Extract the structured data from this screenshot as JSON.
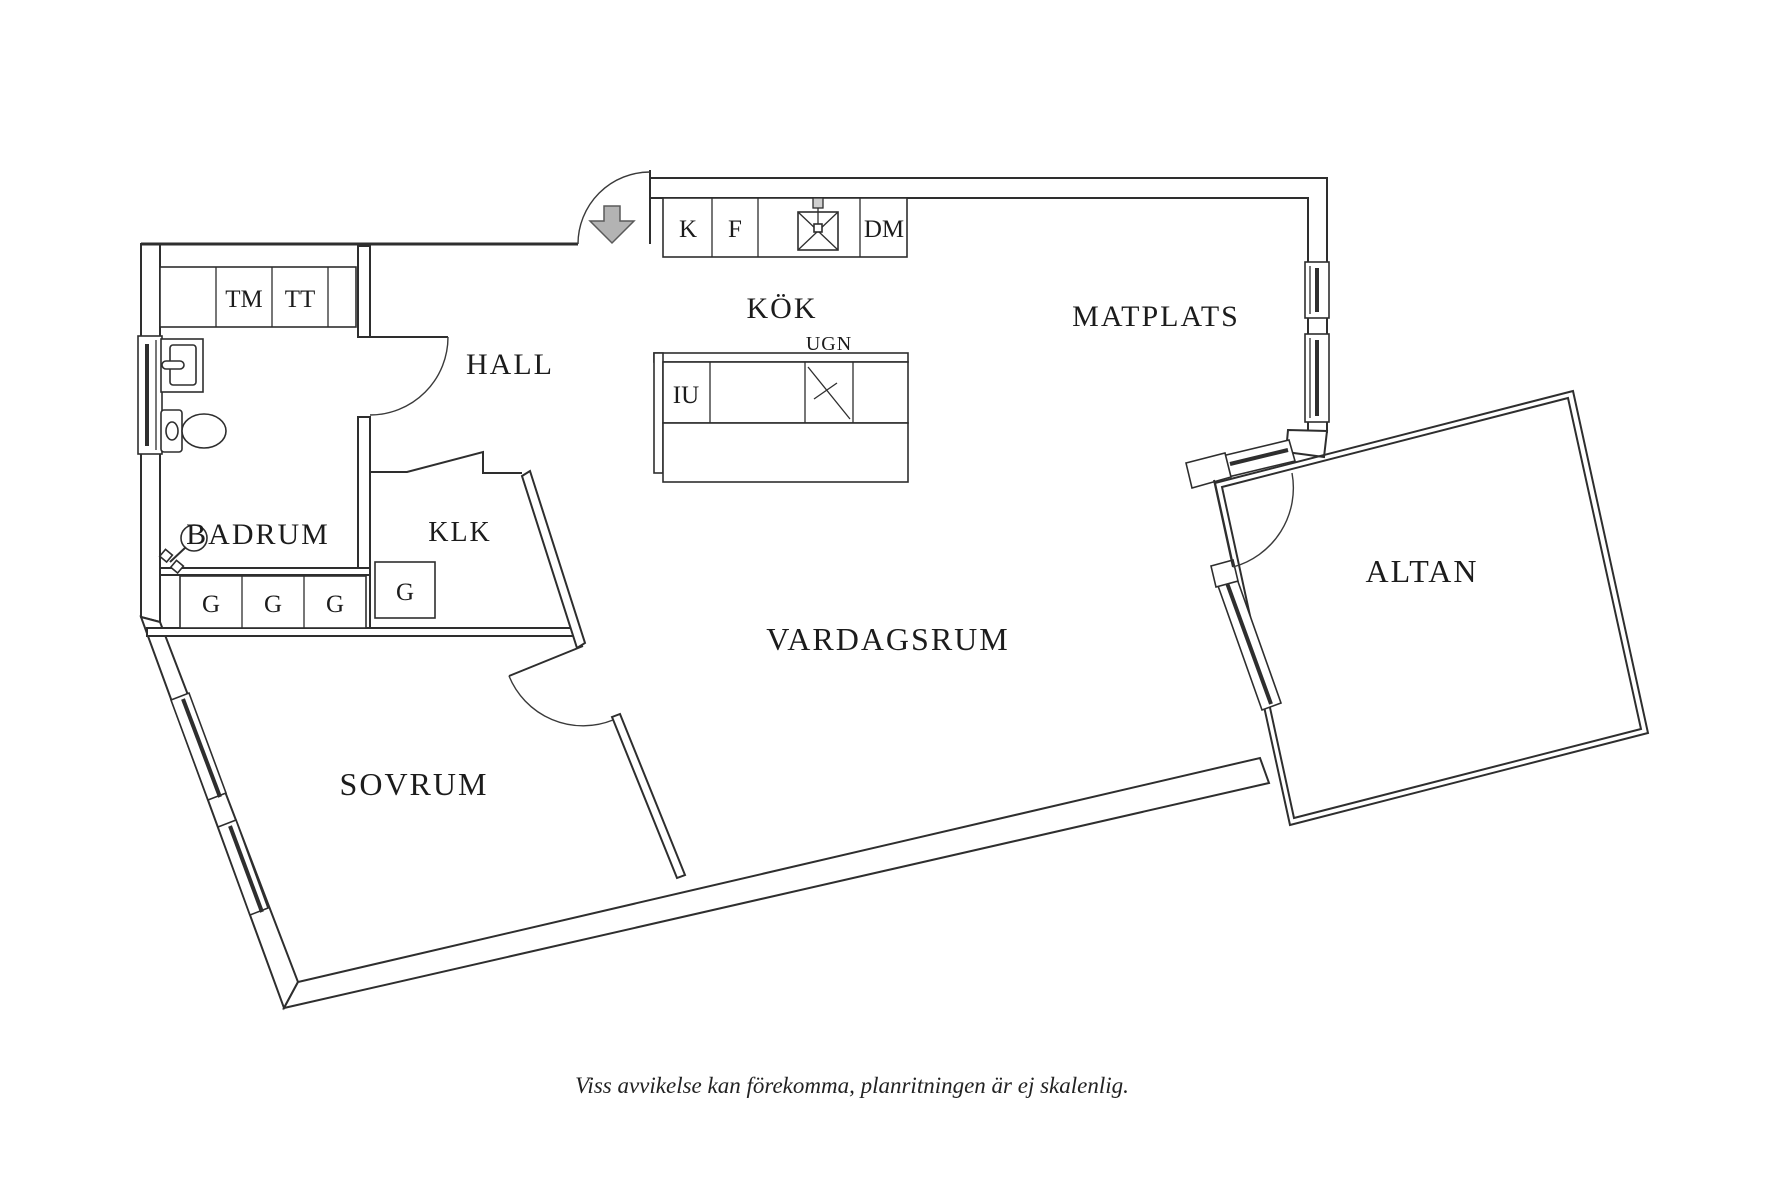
{
  "plan": {
    "rooms": {
      "badrum": "BADRUM",
      "hall": "HALL",
      "klk": "KLK",
      "sovrum": "SOVRUM",
      "vardagsrum": "VARDAGSRUM",
      "kok": "KÖK",
      "matplats": "MATPLATS",
      "altan": "ALTAN"
    },
    "fixtures": {
      "tm": "TM",
      "tt": "TT",
      "k": "K",
      "f": "F",
      "dm": "DM",
      "iu": "IU",
      "ugn": "UGN",
      "g": "G"
    },
    "footer": {
      "disclaimer": "Viss avvikelse kan förekomma, planritningen är ej skalenlig."
    },
    "colors": {
      "wall_line": "#2e2e2e",
      "arrow_fill": "#b3b3b3",
      "arrow_stroke": "#5a5a5a",
      "text": "#1c1c1c",
      "background": "#ffffff"
    }
  }
}
